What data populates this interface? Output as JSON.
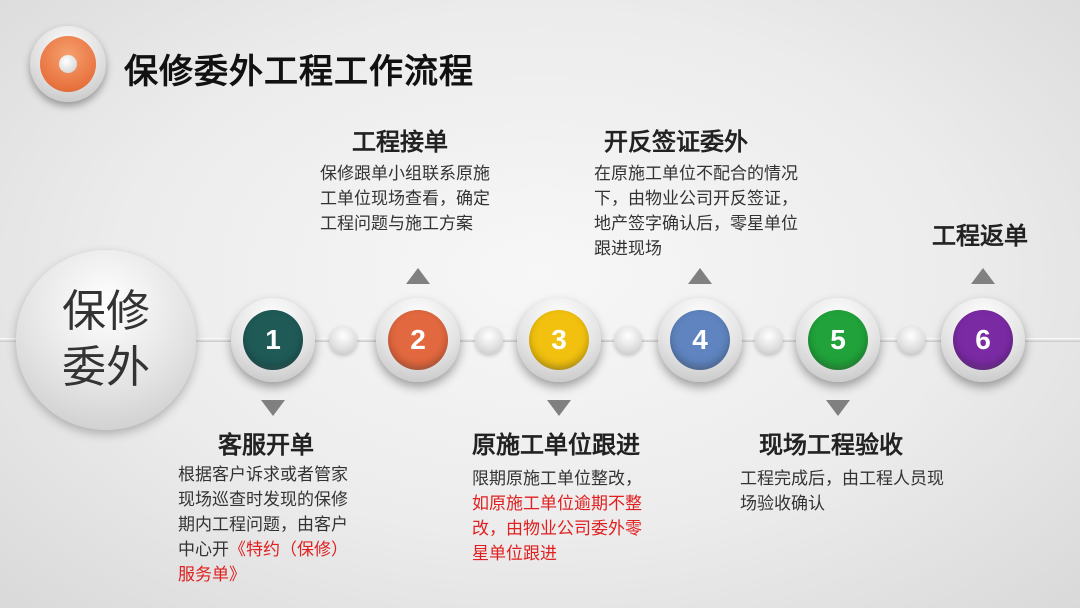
{
  "page_title": "保修委外工程工作流程",
  "hub_label": "保修\n委外",
  "steps": [
    {
      "number": "1",
      "color": "#1f5a57",
      "title": "客服开单",
      "desc_plain": "根据客户诉求或者管家现场巡查时发现的保修期内工程问题，由客户中心开",
      "desc_red": "《特约（保修）服务单》"
    },
    {
      "number": "2",
      "color": "#e2683f",
      "title": "工程接单",
      "desc_plain": "保修跟单小组联系原施工单位现场查看，确定工程问题与施工方案",
      "desc_red": ""
    },
    {
      "number": "3",
      "color": "#f2c10f",
      "title": "原施工单位跟进",
      "desc_plain": "限期原施工单位整改，",
      "desc_red": "如原施工单位逾期不整改，由物业公司委外零星单位跟进"
    },
    {
      "number": "4",
      "color": "#5f84bf",
      "title": "开反签证委外",
      "desc_plain": "在原施工单位不配合的情况下，由物业公司开反签证，地产签字确认后，零星单位跟进现场",
      "desc_red": ""
    },
    {
      "number": "5",
      "color": "#21a23a",
      "title": "现场工程验收",
      "desc_plain": "工程完成后，由工程人员现场验收确认",
      "desc_red": ""
    },
    {
      "number": "6",
      "color": "#7a2aa3",
      "title": "工程返单",
      "desc_plain": "",
      "desc_red": ""
    }
  ]
}
